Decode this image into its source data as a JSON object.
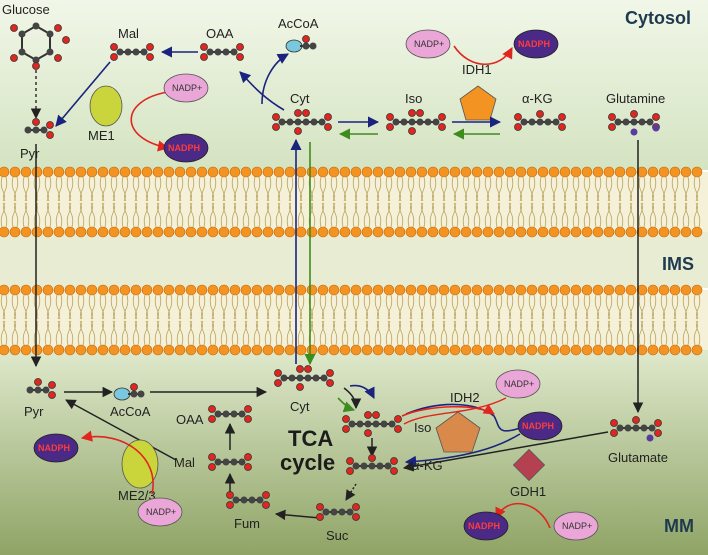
{
  "compartments": {
    "cytosol": "Cytosol",
    "ims": "IMS",
    "mm": "MM"
  },
  "metabolites": {
    "glucose": "Glucose",
    "pyr_cyto": "Pyr",
    "mal_cyto": "Mal",
    "oaa_cyto": "OAA",
    "accoa_cyto": "AcCoA",
    "cyt_cyto": "Cyt",
    "iso_cyto": "Iso",
    "akg_cyto": "α-KG",
    "glutamine": "Glutamine",
    "pyr_mito": "Pyr",
    "accoa_mito": "AcCoA",
    "oaa_mito": "OAA",
    "cyt_mito": "Cyt",
    "mal_mito": "Mal",
    "fum": "Fum",
    "suc": "Suc",
    "iso_mito": "Iso",
    "akg_mito": "α-KG",
    "glutamate": "Glutamate"
  },
  "enzymes": {
    "me1": "ME1",
    "idh1": "IDH1",
    "idh2": "IDH2",
    "me23": "ME2/3",
    "gdh1": "GDH1"
  },
  "cofactors": {
    "nadp": "NADP+",
    "nadph": "NADPH"
  },
  "tca": {
    "line1": "TCA",
    "line2": "cycle"
  },
  "colors": {
    "cytosol_top": "#eef5e2",
    "cytosol_bottom": "#d3e2c0",
    "ims": "#e9ecd2",
    "mm_top": "#d8e4c2",
    "mm_bottom": "#8ea363",
    "lipid_head": "#f39322",
    "arrow_blue": "#1a237e",
    "arrow_green": "#3d8c1e",
    "arrow_red": "#e0261f",
    "nadph_fill": "#4a2a86",
    "nadp_fill": "#e9a6d6",
    "me1_fill": "#c9d53a",
    "idh1_fill": "#f39322",
    "idh2_fill": "#d9894a",
    "gdh1_fill": "#b5404f"
  }
}
